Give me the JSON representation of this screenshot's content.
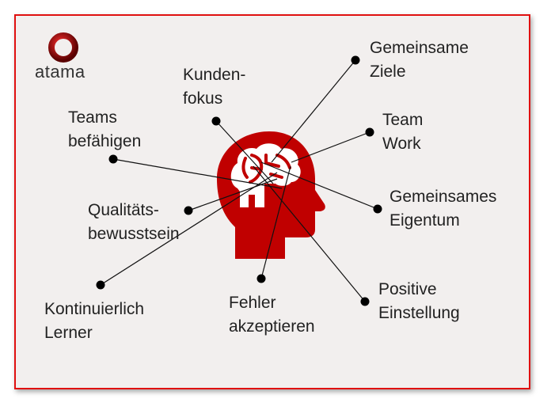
{
  "logo": {
    "text": "atama",
    "color": "#c00000"
  },
  "accent_color": "#c00000",
  "labels": [
    {
      "id": "kundenfokus",
      "text": "Kunden-\nfokus"
    },
    {
      "id": "gemeinsame-ziele",
      "text": "Gemeinsame\nZiele"
    },
    {
      "id": "teams-befaehigen",
      "text": "Teams\nbefähigen"
    },
    {
      "id": "team-work",
      "text": "Team\nWork"
    },
    {
      "id": "gemeinsames-eigentum",
      "text": "Gemeinsames\nEigentum"
    },
    {
      "id": "qualitaetsbewusstsein",
      "text": "Qualitäts-\nbewusstsein"
    },
    {
      "id": "kontinuierlich-lerner",
      "text": "Kontinuierlich\nLerner"
    },
    {
      "id": "fehler-akzeptieren",
      "text": "Fehler\nakzeptieren"
    },
    {
      "id": "positive-einstellung",
      "text": "Positive\nEinstellung"
    }
  ]
}
